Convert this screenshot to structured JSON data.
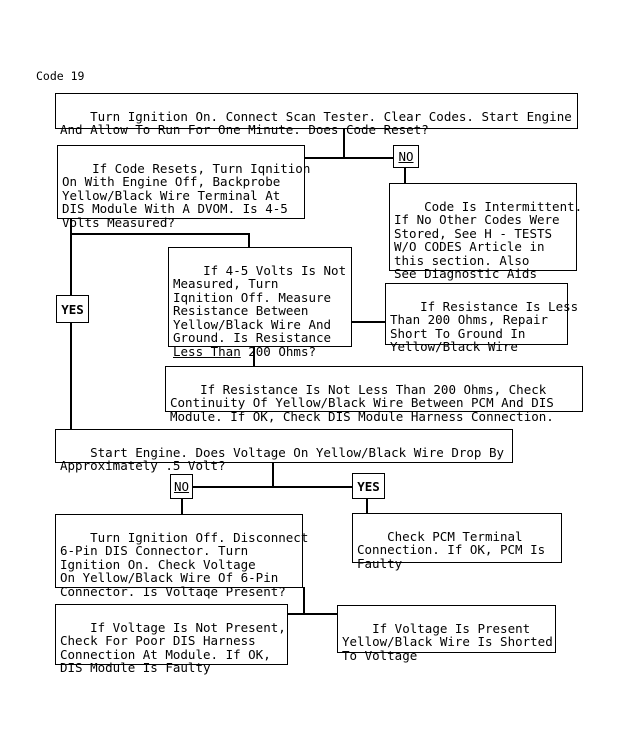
{
  "title": "Code 19",
  "flowchart": {
    "boxes": {
      "start": {
        "text": "Turn Ignition On. Connect Scan Tester. Clear Codes. Start Engine\nAnd Allow To Run For One Minute. Does Code Reset?"
      },
      "code_resets": {
        "text": "If Code Resets, Turn Iqnition\nOn With Engine Off, Backprobe\nYellow/Black Wire Terminal At\nDIS Module With A DVOM. Is 4-5\nVolts Measured?"
      },
      "intermittent": {
        "text": "Code Is Intermittent.\nIf No Other Codes Were\nStored, See H - TESTS\nW/O CODES Article in\nthis section. Also\nSee Diagnostic Aids"
      },
      "volts_not_measured": {
        "text_before": "If 4-5 Volts Is Not\nMeasured, Turn\nIqnition Off. Measure\nResistance Between\nYellow/Black Wire And\nGround. Is Resistance\n",
        "underlined": "Less Than",
        "text_after": " 200 Ohms?"
      },
      "resistance_less": {
        "text": "If Resistance Is Less\nThan 200 Ohms, Repair\nShort To Ground In\nYellow/Black Wire"
      },
      "resistance_not_less": {
        "text": "If Resistance Is Not Less Than 200 Ohms, Check\nContinuity Of Yellow/Black Wire Between PCM And DIS\nModule. If OK, Check DIS Module Harness Connection."
      },
      "start_engine": {
        "text": "Start Engine. Does Voltage On Yellow/Black Wire Drop By\nApproximately .5 Volt?"
      },
      "turn_ignition_off": {
        "text": "Turn Ignition Off. Disconnect\n6-Pin DIS Connector. Turn\nIgnition On. Check Voltage\nOn Yellow/Black Wire Of 6-Pin\nConnector. Is Voltaqe Present?"
      },
      "check_pcm": {
        "text": "Check PCM Terminal\nConnection. If OK, PCM Is\nFaulty"
      },
      "voltage_not_present": {
        "text": "If Voltage Is Not Present,\nCheck For Poor DIS Harness\nConnection At Module. If OK,\nDIS Module Is Faulty"
      },
      "voltage_present": {
        "text": "If Voltage Is Present\nYellow/Black Wire Is Shorted\nTo Voltage"
      }
    },
    "labels": {
      "no1": "NO",
      "yes1": "YES",
      "no2": "NO",
      "yes2": "YES"
    }
  }
}
